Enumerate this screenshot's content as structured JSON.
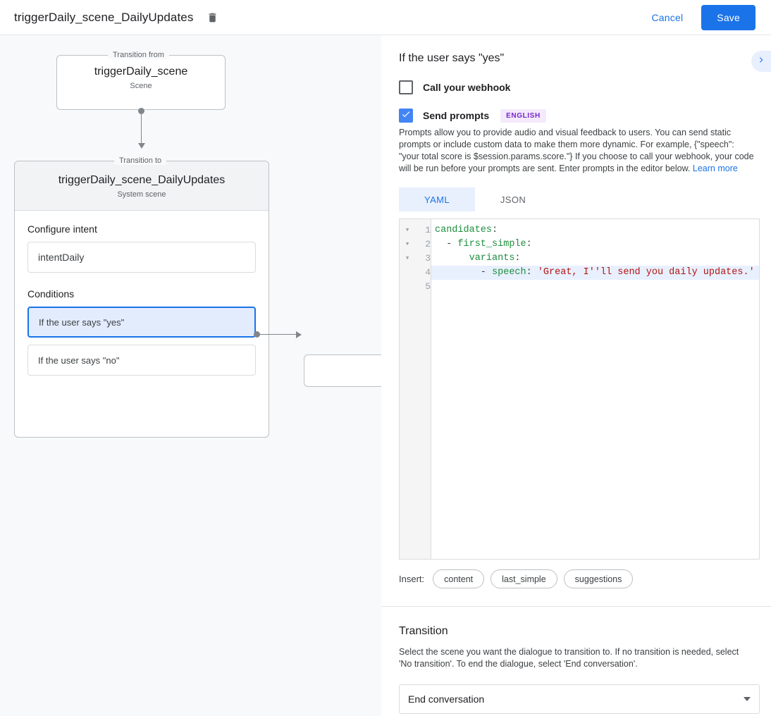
{
  "topbar": {
    "title": "triggerDaily_scene_DailyUpdates",
    "delete_icon": "trash-icon",
    "cancel_label": "Cancel",
    "save_label": "Save",
    "accent_color": "#1a73e8"
  },
  "canvas": {
    "from_legend": "Transition from",
    "from_title": "triggerDaily_scene",
    "from_subtitle": "Scene",
    "to_legend": "Transition to",
    "to_title": "triggerDaily_scene_DailyUpdates",
    "to_subtitle": "System scene",
    "intent_heading": "Configure intent",
    "intent_value": "intentDaily",
    "conditions_heading": "Conditions",
    "conditions": [
      {
        "label": "If the user says \"yes\"",
        "selected": true
      },
      {
        "label": "If the user says \"no\"",
        "selected": false
      }
    ],
    "stub_node_label": ""
  },
  "panel": {
    "title": "If the user says \"yes\"",
    "expander_icon": "chevron-right-icon",
    "webhook": {
      "label": "Call your webhook",
      "checked": false
    },
    "prompts": {
      "label": "Send prompts",
      "checked": true,
      "badge": "ENGLISH",
      "badge_bg": "#f5e9fd",
      "badge_fg": "#7627c9",
      "description": "Prompts allow you to provide audio and visual feedback to users. You can send static prompts or include custom data to make them more dynamic. For example, {\"speech\": \"your total score is $session.params.score.\"} If you choose to call your webhook, your code will be run before your prompts are sent. Enter prompts in the editor below.",
      "learn_more": "Learn more"
    },
    "editor_tabs": [
      {
        "label": "YAML",
        "active": true
      },
      {
        "label": "JSON",
        "active": false
      }
    ],
    "editor": {
      "lines": [
        {
          "n": "1",
          "fold": "▾",
          "highlight": false,
          "tokens": [
            {
              "t": "candidates",
              "c": "key"
            },
            {
              "t": ":",
              "c": "pun"
            }
          ]
        },
        {
          "n": "2",
          "fold": "▾",
          "highlight": false,
          "tokens": [
            {
              "t": "  - ",
              "c": "pun"
            },
            {
              "t": "first_simple",
              "c": "key"
            },
            {
              "t": ":",
              "c": "pun"
            }
          ]
        },
        {
          "n": "3",
          "fold": "▾",
          "highlight": false,
          "tokens": [
            {
              "t": "      ",
              "c": "pun"
            },
            {
              "t": "variants",
              "c": "key"
            },
            {
              "t": ":",
              "c": "pun"
            }
          ]
        },
        {
          "n": "4",
          "fold": "",
          "highlight": true,
          "tokens": [
            {
              "t": "        - ",
              "c": "pun"
            },
            {
              "t": "speech",
              "c": "key"
            },
            {
              "t": ": ",
              "c": "pun"
            },
            {
              "t": "'Great, I''ll send you daily updates.'",
              "c": "str"
            }
          ]
        },
        {
          "n": "5",
          "fold": "",
          "highlight": false,
          "tokens": []
        }
      ]
    },
    "insert": {
      "label": "Insert:",
      "chips": [
        "content",
        "last_simple",
        "suggestions"
      ]
    },
    "transition": {
      "title": "Transition",
      "description": "Select the scene you want the dialogue to transition to. If no transition is needed, select 'No transition'. To end the dialogue, select 'End conversation'.",
      "selected": "End conversation"
    }
  }
}
